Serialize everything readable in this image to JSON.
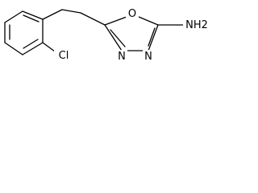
{
  "structure": {
    "atoms": {
      "chlorine": "Cl",
      "oxygen": "O",
      "amine": "NH2",
      "nitrogen_left": "N",
      "nitrogen_right": "N"
    }
  }
}
